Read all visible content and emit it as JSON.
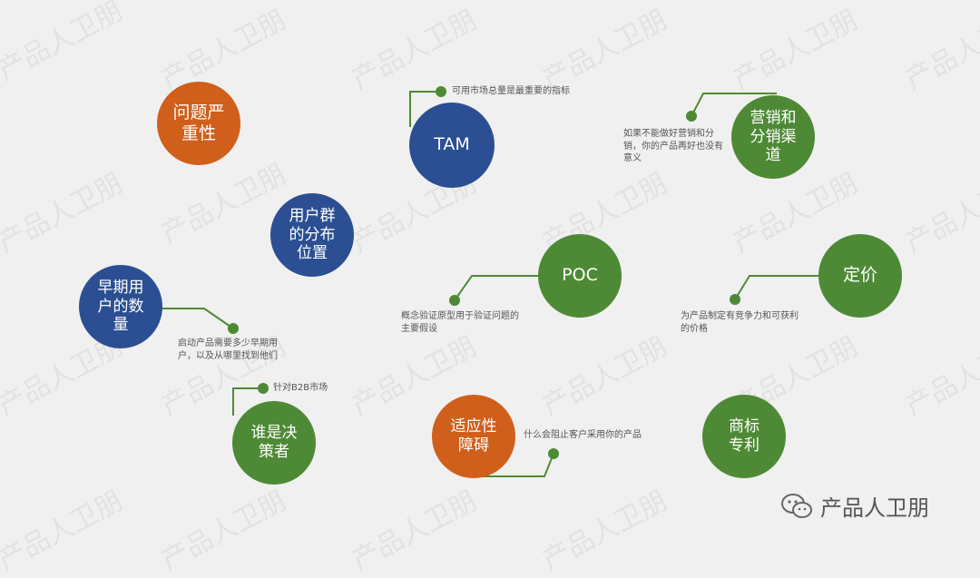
{
  "watermark": "产品人卫朋",
  "colors": {
    "orange": "#d05f1c",
    "blue": "#2c4f93",
    "green": "#4e8a35",
    "line": "#4e8a35"
  },
  "nodes": {
    "problem_severity": "问题严\n重性",
    "tam": "TAM",
    "marketing_channels": "营销和\n分销渠\n道",
    "user_distribution": "用户群\n的分布\n位置",
    "early_users": "早期用\n户的数\n量",
    "poc": "POC",
    "pricing": "定价",
    "decision_maker": "谁是决\n策者",
    "adoption_barriers": "适应性\n障碍",
    "trademark_patent": "商标\n专利"
  },
  "notes": {
    "tam": "可用市场总量是最重要的指标",
    "marketing_channels": "如果不能做好营销和分销，你的产品再好也没有意义",
    "early_users": "启动产品需要多少早期用户，以及从哪里找到他们",
    "poc": "概念验证原型用于验证问题的主要假设",
    "pricing": "为产品制定有竞争力和可获利的价格",
    "decision_maker": "针对B2B市场",
    "adoption_barriers": "什么会阻止客户采用你的产品"
  },
  "footer": {
    "icon": "wechat-icon",
    "text": "产品人卫朋"
  }
}
